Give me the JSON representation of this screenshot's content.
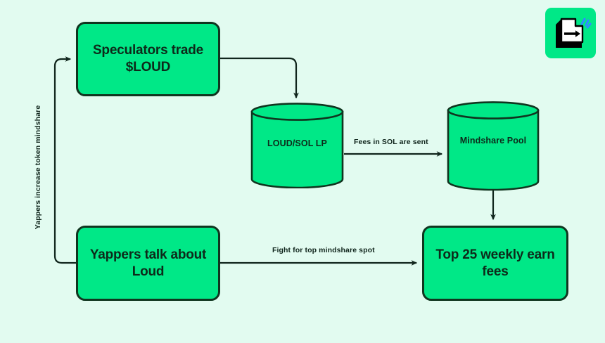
{
  "canvas": {
    "background_color": "#e2fbf0",
    "node_fill_color": "#00e887",
    "node_border_color": "#10351f",
    "text_color": "#0d2a1a",
    "edge_color": "#10251c"
  },
  "nodes": {
    "speculators": {
      "label": "Speculators trade $LOUD",
      "type": "process"
    },
    "loud_sol_lp": {
      "label": "LOUD/SOL LP",
      "type": "datastore"
    },
    "mindshare_pool": {
      "label": "Mindshare Pool",
      "type": "datastore"
    },
    "yappers": {
      "label": "Yappers talk about Loud",
      "type": "process"
    },
    "top25": {
      "label": "Top 25 weekly earn fees",
      "type": "process"
    }
  },
  "edges": {
    "speculators_to_lp": {
      "label": ""
    },
    "lp_to_pool": {
      "label": "Fees in SOL are sent"
    },
    "pool_to_top25": {
      "label": ""
    },
    "yappers_to_top25": {
      "label": "Fight for top mindshare spot"
    },
    "yappers_to_speculators": {
      "label": "Yappers increase token mindshare"
    }
  },
  "logo": {
    "name": "export-document-icon",
    "badge_color": "#00e887",
    "page_color": "#ffffff",
    "shadow_color": "#000000",
    "sparkle_color": "#2f8bff"
  }
}
